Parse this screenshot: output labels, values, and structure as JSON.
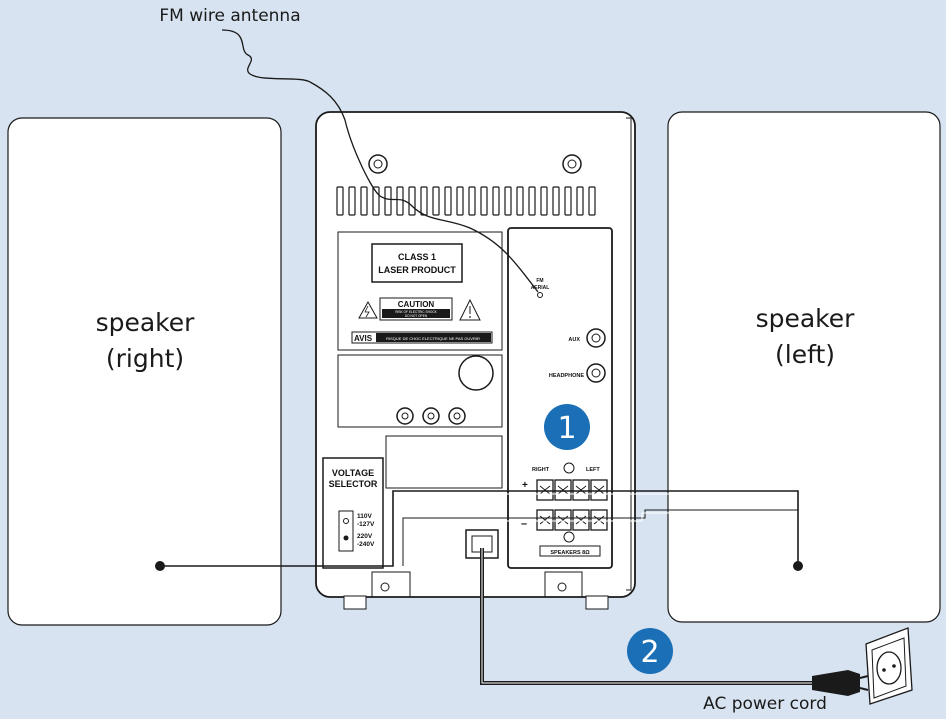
{
  "labels": {
    "fm_antenna": "FM wire antenna",
    "speaker_right": "speaker",
    "speaker_right_sub": "(right)",
    "speaker_left": "speaker",
    "speaker_left_sub": "(left)",
    "ac_power_cord": "AC power cord"
  },
  "unit_panel": {
    "class1_line1": "CLASS 1",
    "class1_line2": "LASER PRODUCT",
    "caution": "CAUTION",
    "caution_sub1": "RISK OF ELECTRIC SHOCK",
    "caution_sub2": "DO NOT OPEN",
    "avis": "AVIS",
    "avis_text": "RISQUE DE CHOC ELECTRIQUE NE PAS OUVRIR",
    "fm_aerial_1": "FM",
    "fm_aerial_2": "AERIAL",
    "aux": "AUX",
    "headphone": "HEADPHONE",
    "right": "RIGHT",
    "left": "LEFT",
    "plus": "+",
    "minus": "–",
    "speakers": "SPEAKERS 8Ω",
    "voltage_1": "VOLTAGE",
    "voltage_2": "SELECTOR",
    "v110_1": "110V",
    "v110_2": "-127V",
    "v220_1": "220V",
    "v220_2": "-240V"
  },
  "steps": [
    "1",
    "2"
  ],
  "colors": {
    "background": "#d7e3f1",
    "step_badge": "#1a6fb6",
    "outline": "#1a1a1a",
    "panel_white": "#ffffff"
  }
}
